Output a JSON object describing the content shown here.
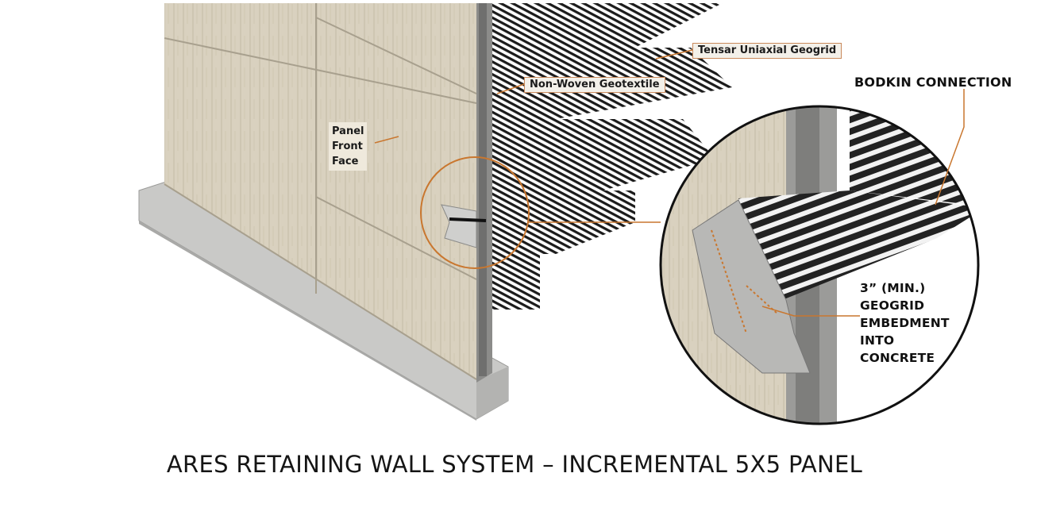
{
  "diagram": {
    "title": "ARES RETAINING WALL SYSTEM – INCREMENTAL 5X5 PANEL",
    "labels": {
      "geogrid": "Tensar Uniaxial Geogrid",
      "geotextile": "Non-Woven Geotextile",
      "panel_front_face": [
        "Panel",
        "Front",
        "Face"
      ],
      "bodkin": "BODKIN CONNECTION",
      "embedment": [
        "3” (MIN.)",
        "GEOGRID",
        "EMBEDMENT",
        "INTO",
        "CONCRETE"
      ]
    },
    "colors": {
      "leader": "#c9772f",
      "panel_face": "#d9d1bf",
      "panel_joint": "#a8a08e",
      "concrete": "#c9c9c7",
      "geogrid": "#1b1b1b"
    }
  }
}
